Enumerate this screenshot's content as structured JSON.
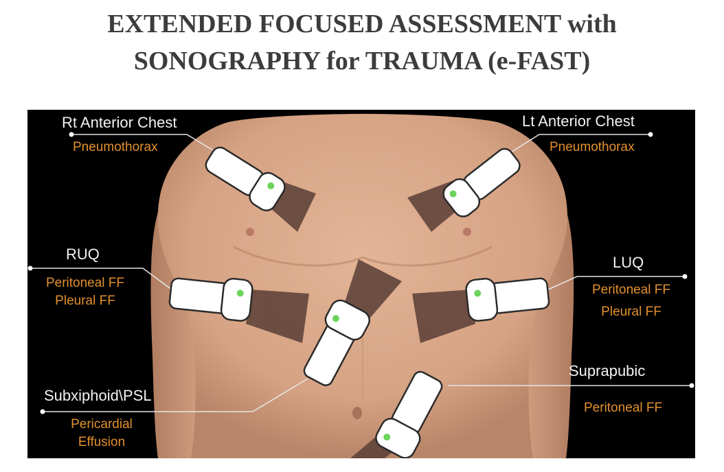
{
  "title": {
    "line1": "EXTENDED FOCUSED ASSESSMENT with",
    "line2": "SONOGRAPHY for TRAUMA (e-FAST)"
  },
  "labels": {
    "rt_chest": {
      "site": "Rt Anterior Chest",
      "findings": [
        "Pneumothorax"
      ]
    },
    "lt_chest": {
      "site": "Lt Anterior Chest",
      "findings": [
        "Pneumothorax"
      ]
    },
    "ruq": {
      "site": "RUQ",
      "findings": [
        "Peritoneal FF",
        "Pleural FF"
      ]
    },
    "luq": {
      "site": "LUQ",
      "findings": [
        "Peritoneal FF",
        "Pleural FF"
      ]
    },
    "subxiphoid": {
      "site": "Subxiphoid\\PSL",
      "findings": [
        "Pericardial",
        "Effusion"
      ]
    },
    "suprapubic": {
      "site": "Suprapubic",
      "findings": [
        "Peritoneal FF"
      ]
    }
  },
  "colors": {
    "background": "#000000",
    "skin": "#d9a98a",
    "site_text": "#f2f2f2",
    "finding_text": "#e3902e",
    "probe_indicator": "#6cd45a",
    "title_text": "#3c3c3c"
  }
}
